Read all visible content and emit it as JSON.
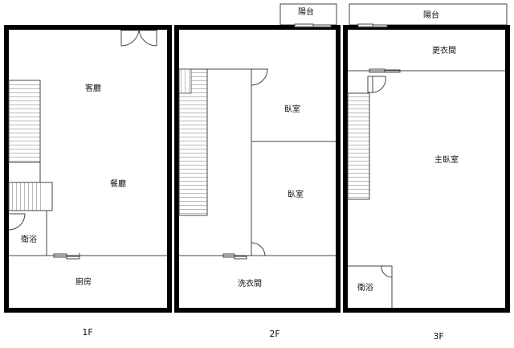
{
  "floors": [
    {
      "label": "1F",
      "rooms": [
        "客廳",
        "餐廳",
        "衛浴",
        "廚房"
      ]
    },
    {
      "label": "2F",
      "rooms": [
        "陽台",
        "臥室",
        "臥室",
        "洗衣間"
      ]
    },
    {
      "label": "3F",
      "rooms": [
        "陽台",
        "更衣間",
        "主臥室",
        "衛浴"
      ]
    }
  ]
}
